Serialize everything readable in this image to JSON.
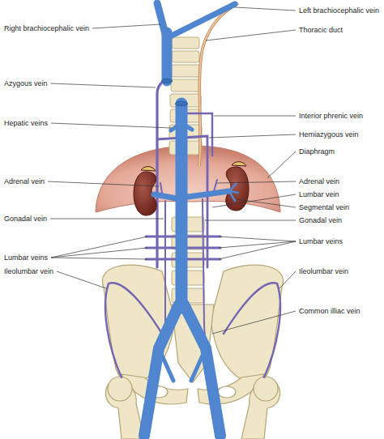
{
  "diagram": {
    "labels": [
      "Left brachiocephalic vein",
      "Right brachiocephalic vein",
      "Thoracic duct",
      "Azygous vein",
      "Interior phrenic vein",
      "Hepatic veins",
      "Hemiazygous vein",
      "Diaphragm",
      "Adrenal vein",
      "Adrenal vein",
      "Lumbar vein",
      "Segmental vein",
      "Gonadal vein",
      "Gonadal vein",
      "Lumbar veins",
      "Lumbar veins",
      "Ileolumbar vein",
      "Ileolumbar vein",
      "Common illiac vein"
    ]
  }
}
